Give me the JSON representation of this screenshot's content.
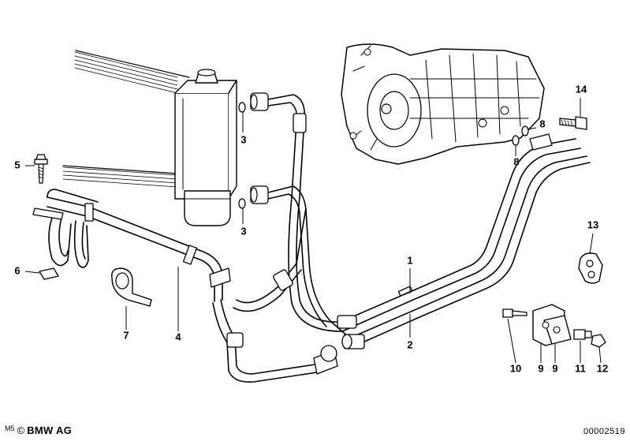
{
  "callouts": [
    {
      "id": "c1",
      "text": "1",
      "part": "oil-cooler-feed-line"
    },
    {
      "id": "c2",
      "text": "2",
      "part": "oil-cooler-return-line"
    },
    {
      "id": "c3a",
      "text": "3",
      "part": "gasket-ring-upper"
    },
    {
      "id": "c3b",
      "text": "3",
      "part": "gasket-ring-lower"
    },
    {
      "id": "c4",
      "text": "4",
      "part": "cooler-pipe-assembly"
    },
    {
      "id": "c5",
      "text": "5",
      "part": "hex-bolt"
    },
    {
      "id": "c6",
      "text": "6",
      "part": "speed-nut"
    },
    {
      "id": "c7",
      "text": "7",
      "part": "pipe-clamp"
    },
    {
      "id": "c8a",
      "text": "8",
      "part": "gasket-ring-transmission-upper"
    },
    {
      "id": "c8b",
      "text": "8",
      "part": "gasket-ring-transmission-lower"
    },
    {
      "id": "c9a",
      "text": "9",
      "part": "line-holder-left"
    },
    {
      "id": "c9b",
      "text": "9",
      "part": "line-holder-right"
    },
    {
      "id": "c10",
      "text": "10",
      "part": "holder-bolt"
    },
    {
      "id": "c11",
      "text": "11",
      "part": "holder-screw"
    },
    {
      "id": "c12",
      "text": "12",
      "part": "nut"
    },
    {
      "id": "c13",
      "text": "13",
      "part": "double-grommet"
    },
    {
      "id": "c14",
      "text": "14",
      "part": "banjo-bolt"
    }
  ],
  "footer": {
    "marker": "M5",
    "copyright_symbol": "©",
    "brand": "BMW AG",
    "document_number": "00002519"
  }
}
